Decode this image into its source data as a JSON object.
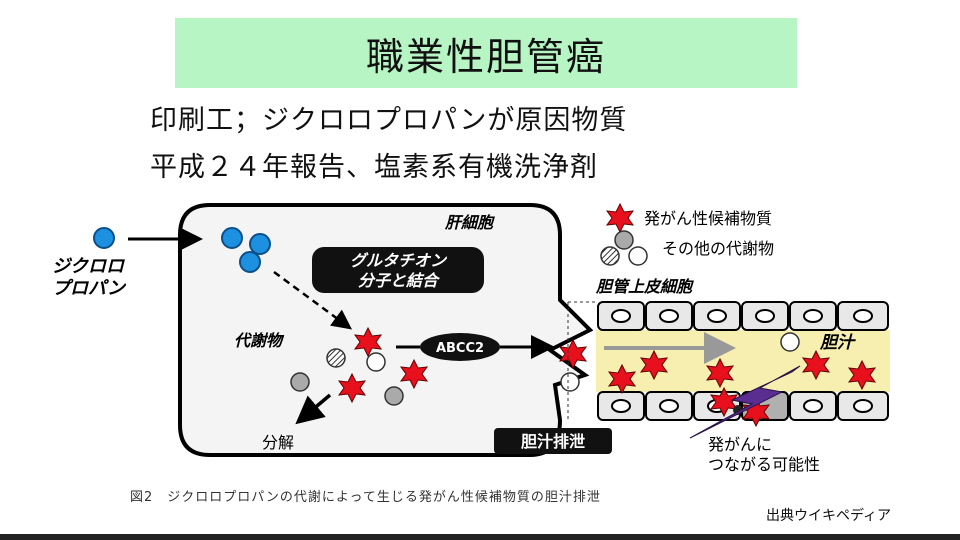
{
  "title": "職業性胆管癌",
  "bullets": [
    "印刷工；ジクロロプロパンが原因物質",
    "平成２４年報告、塩素系有機洗浄剤"
  ],
  "diagram": {
    "substance": [
      "ジクロロ",
      "プロパン"
    ],
    "liver_cell": "肝細胞",
    "glutathione": [
      "グルタチオン",
      "分子と結合"
    ],
    "metabolite": "代謝物",
    "decomposition": "分解",
    "transporter": "ABCC2",
    "bile_excretion": "胆汁排泄",
    "legend_carcinogen": "発がん性候補物質",
    "legend_other": "その他の代謝物",
    "bile_epithelium": "胆管上皮細胞",
    "bile": "胆汁",
    "cancer_risk": [
      "発がんに",
      "つながる可能性"
    ]
  },
  "caption": "図2　ジクロロプロパンの代謝によって生じる発がん性候補物質の胆汁排泄",
  "source": "出典ウイキペディア",
  "colors": {
    "banner": "#b7f5c4",
    "molecule": "#1e90e0",
    "carcinogen": "#e8101c",
    "bile": "#f7efb0",
    "lightning": "#5a2d91"
  }
}
